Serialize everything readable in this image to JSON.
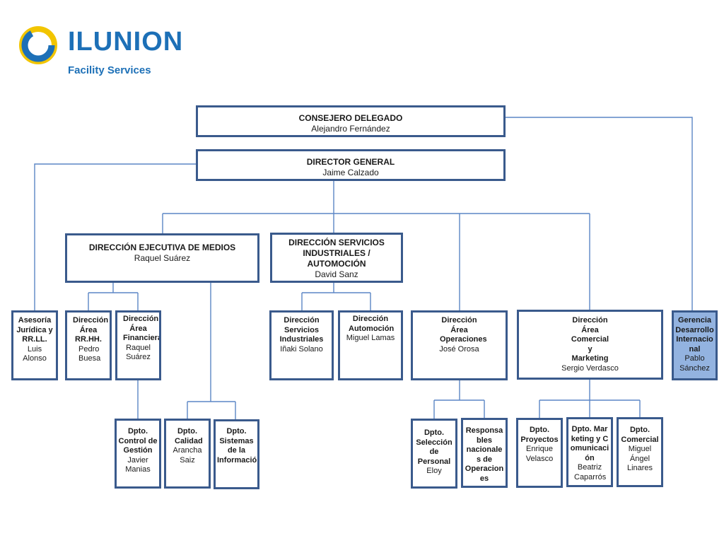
{
  "logo": {
    "brand": "ILUNION",
    "subtitle": "Facility Services",
    "ring_colors": [
      "#1d70b7",
      "#f2c500"
    ]
  },
  "colors": {
    "box_border": "#3a5a8c",
    "connector": "#5b86c5",
    "highlight_fill": "#93b3e0"
  },
  "chart": {
    "consejero": {
      "title": "CONSEJERO DELEGADO",
      "name": "Alejandro Fernández"
    },
    "director_general": {
      "title": "DIRECTOR GENERAL",
      "name": "Jaime Calzado"
    },
    "medios": {
      "title": "DIRECCIÓN EJECUTIVA DE MEDIOS",
      "name": "Raquel Suárez"
    },
    "industriales": {
      "title": "DIRECCIÓN SERVICIOS INDUSTRIALES / AUTOMOCIÓN",
      "name": "David Sanz"
    },
    "asesoria": {
      "title": "Asesoría Jurídica y RR.LL.",
      "name": "Luis Alonso"
    },
    "rrhh": {
      "title": "Dirección Área RR.HH.",
      "name": "Pedro Buesa"
    },
    "financiera": {
      "title": "Dirección Área Financiera",
      "name": "Raquel Suárez"
    },
    "serv_industriales": {
      "title": "Dirección Servicios Industriales",
      "name": "Iñaki Solano"
    },
    "automocion": {
      "title": "Dirección Automoción",
      "name": "Miguel Lamas"
    },
    "operaciones": {
      "title": "Dirección Área Operaciones",
      "name": "José Orosa"
    },
    "comercial": {
      "title": "Dirección Área Comercial y Marketing",
      "name": "Sergio Verdasco"
    },
    "gerencia": {
      "title": "Gerencia Desarrollo Internacional",
      "name": "Pablo Sánchez"
    },
    "control": {
      "title": "Dpto. Control de Gestión",
      "name": "Javier Manias"
    },
    "calidad": {
      "title": "Dpto. Calidad",
      "name": "Arancha Saiz"
    },
    "sistemas": {
      "title": "Dpto. Sistemas de la Información",
      "name": ""
    },
    "seleccion": {
      "title": "Dpto. Selección de Personal",
      "name": "Eloy"
    },
    "responsables": {
      "title": "Responsables nacionales de Operaciones",
      "name": ""
    },
    "proyectos": {
      "title": "Dpto. Proyectos",
      "name": "Enrique Velasco"
    },
    "marketing": {
      "title": "Dpto. Marketing y Comunicación",
      "name": "Beatriz Caparrós"
    },
    "dpto_comercial": {
      "title": "Dpto. Comercial",
      "name": "Miguel Ángel Linares"
    }
  }
}
